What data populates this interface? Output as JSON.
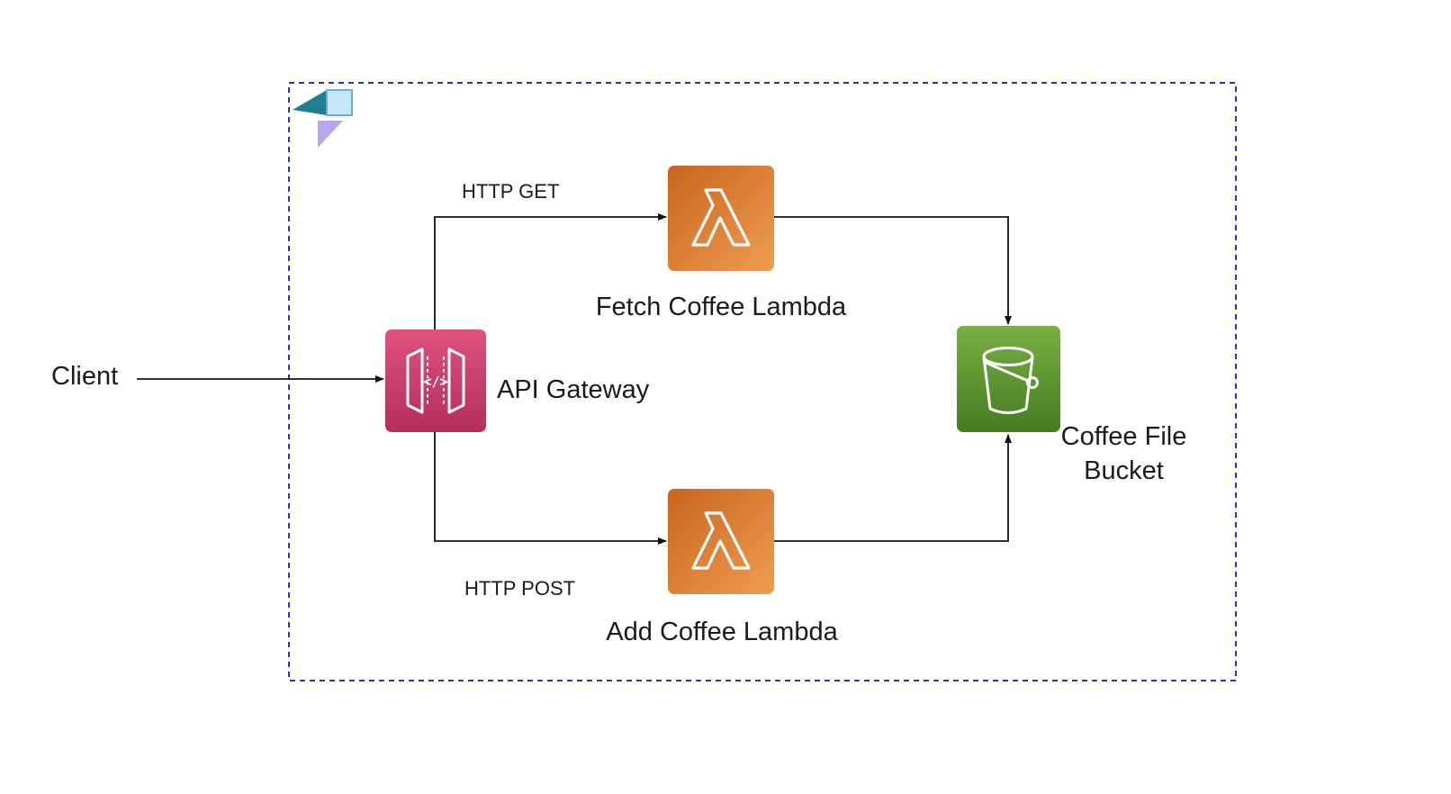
{
  "diagram": {
    "client": {
      "label": "Client"
    },
    "nodes": {
      "api_gateway": {
        "label": "API Gateway",
        "icon_glyph": "</>"
      },
      "fetch_lambda": {
        "label": "Fetch Coffee Lambda"
      },
      "add_lambda": {
        "label": "Add Coffee Lambda"
      },
      "bucket": {
        "label": "Coffee File Bucket"
      }
    },
    "edges": {
      "http_get": {
        "label": "HTTP GET"
      },
      "http_post": {
        "label": "HTTP POST"
      }
    },
    "colors": {
      "boundary": "#2832C2",
      "arrow": "#141414",
      "text": "#1B1B1B",
      "api-gateway-top": "#DE527E",
      "api-gateway-bottom": "#B42D5B",
      "lambda-top": "#C8651F",
      "lambda-bottom": "#EF9D50",
      "bucket-top": "#78B044",
      "bucket-bottom": "#457C1F",
      "logo-teal": "#1F7F90",
      "logo-blue-fill": "#C8E6F8",
      "logo-blue-stroke": "#66AEDC",
      "logo-purple": "#B7A6EA"
    }
  }
}
